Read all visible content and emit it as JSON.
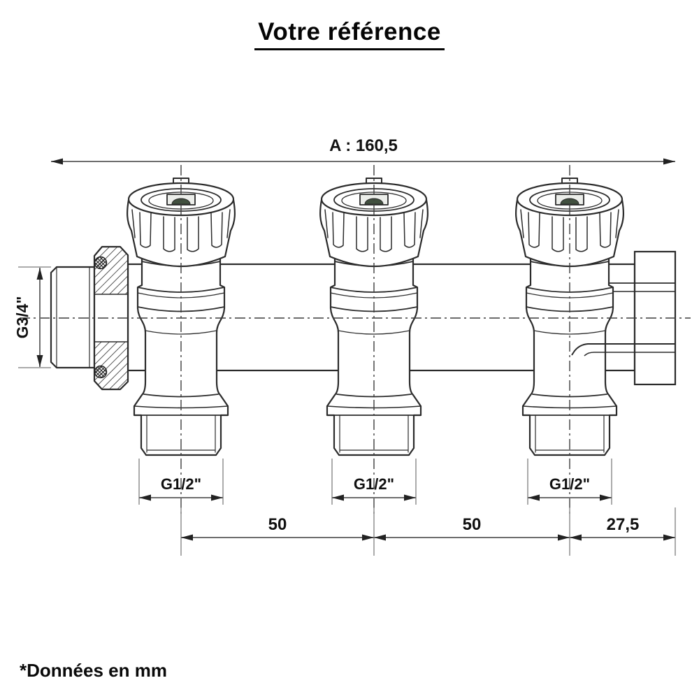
{
  "title": "Votre référence",
  "footnote": "*Données en mm",
  "product": {
    "type_hint": "3-outlet manifold technical drawing",
    "outlet_count": 3
  },
  "dimensions": {
    "overall": "A : 160,5",
    "inlet": "G3/4\"",
    "outlet1": "G1/2\"",
    "outlet2": "G1/2\"",
    "outlet3": "G1/2\"",
    "spacing1": "50",
    "spacing2": "50",
    "end_offset": "27,5"
  },
  "colors": {
    "line": "#2b2b2b",
    "dimension_line": "#6e6e6e",
    "extension_line": "#8f8f8f",
    "knob_slot": "#41503f",
    "text": "#111111"
  }
}
